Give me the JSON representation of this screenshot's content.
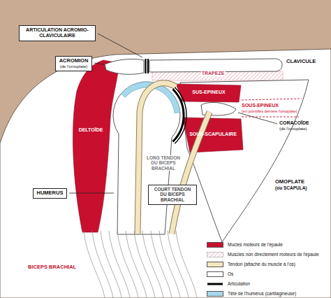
{
  "diagram": {
    "nodes": [
      {
        "text": [
          "ARTICULATION ACROMIO-CLAVICULAIRE"
        ]
      },
      {
        "text": [
          "ACROMION",
          "(de l'omoplate)"
        ]
      },
      {
        "text": [
          "HUMERUS"
        ]
      },
      {
        "text": [
          "COURT TENDON DU BICEPS BRACHIAL"
        ]
      }
    ],
    "labels": [
      "TRAPEZE",
      "CLAVICULE",
      "SUS-EPINEUX",
      "SOUS-EPINEUX",
      "(en pointillés derrière l'omoplate)",
      "CORACOÏDE",
      "(de l'omoplate)",
      "SOUS-SCAPULAIRE",
      "DELTOÏDE",
      "LONG TENDON DU BICEPS BRACHIAL",
      "OMOPLATE",
      "(ou SCAPULA)",
      "BICEPS BRACHIAL"
    ],
    "legend": [
      {
        "text": "Mucles moteurs de l'épaule",
        "color": "#c8102e"
      },
      {
        "text": "Muscles non directement moteurs de l'épaule"
      },
      {
        "text": "Tendon (attache du muscle à l'os)",
        "color": "#f3e6bf"
      },
      {
        "text": "Os",
        "color": "#ffffff"
      },
      {
        "text": "Articulation"
      },
      {
        "text": "Tête de l'humérus (cartilagineuse)",
        "color": "#a6d8ec"
      }
    ]
  }
}
